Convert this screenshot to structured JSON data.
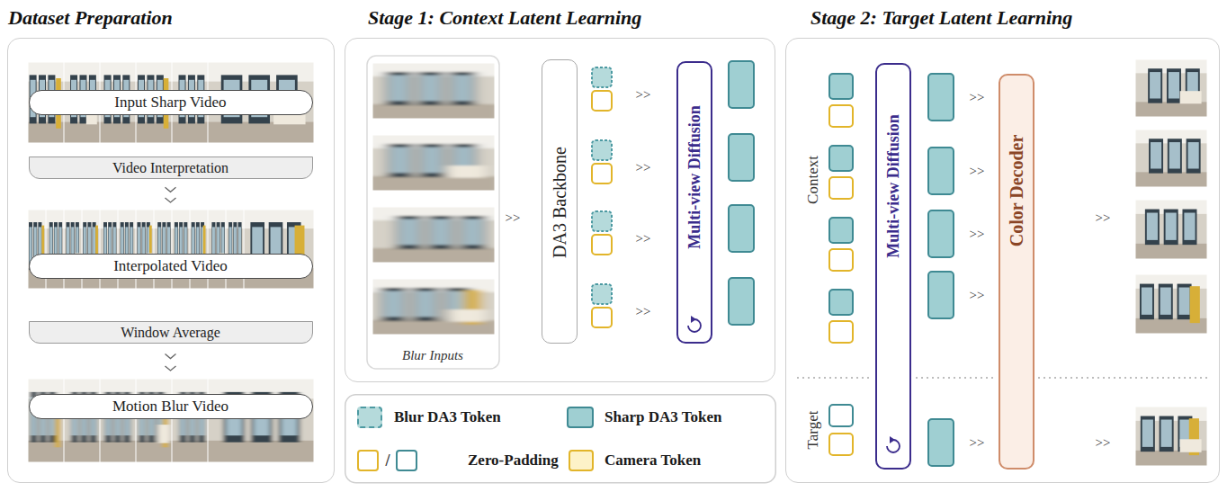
{
  "diagram": {
    "nodes": [
      {
        "text": [
          "Dataset Preparation"
        ]
      },
      {
        "text": [
          "Input Sharp Video"
        ],
        "in": 0
      },
      {
        "text": [
          "Video Interpretation"
        ],
        "in": 0
      },
      {
        "text": [
          "Interpolated Video"
        ],
        "in": 0
      },
      {
        "text": [
          "Window Average"
        ],
        "in": 0
      },
      {
        "text": [
          "Motion Blur Video"
        ],
        "in": 0
      },
      {
        "text": [
          "Stage 1: Context Latent Learning"
        ]
      },
      {
        "text": [
          "DA3 Backbone"
        ],
        "in": 6
      },
      {
        "text": [
          "Multi-view Diffusion"
        ],
        "in": 6
      },
      {
        "text": [
          "Stage 2: Target Latent Learning"
        ]
      },
      {
        "text": [
          "Multi-view Diffusion"
        ],
        "in": 9
      },
      {
        "text": [
          "Color Decoder"
        ],
        "in": 9
      }
    ],
    "edges": [
      {
        "from": 2,
        "to": 3,
        "arrow": "to"
      },
      {
        "from": 4,
        "to": 5,
        "arrow": "to"
      }
    ],
    "labels": [
      "Blur Inputs",
      ">>",
      ">>",
      ">>",
      ">>",
      ">>",
      "/",
      "Context",
      ">>",
      ">>",
      ">>",
      ">>",
      ">>",
      "Target",
      ">>",
      ">>"
    ],
    "legend": [
      {
        "text": "Blur DA3 Token"
      },
      {
        "text": "Sharp DA3 Token",
        "color": "#9fcfd2"
      },
      {
        "text": "Zero-Padding"
      },
      {
        "text": "Camera Token",
        "color": "#fdf2c8"
      }
    ]
  }
}
